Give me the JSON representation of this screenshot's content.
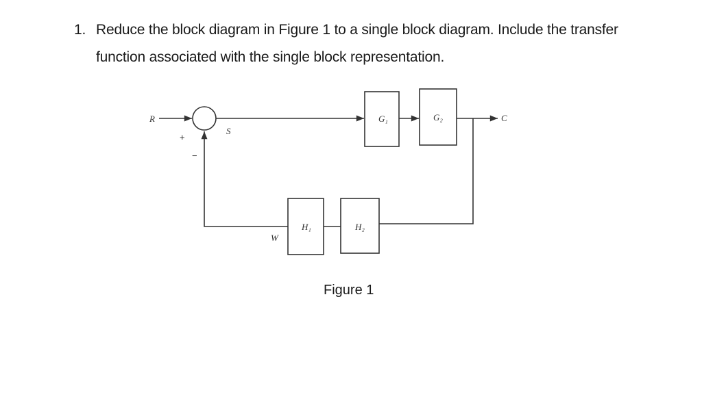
{
  "question": {
    "number": "1.",
    "line1": "Reduce the block diagram in Figure 1 to a single block diagram.  Include the transfer",
    "line2": "function associated with the single block representation."
  },
  "diagram": {
    "input_label": "R",
    "output_label": "C",
    "summing_signs": {
      "plus": "+",
      "minus": "−"
    },
    "signal_s": "S",
    "signal_w": "W",
    "forward_blocks": [
      "G₁",
      "G₂"
    ],
    "feedback_blocks": [
      "H₁",
      "H₂"
    ],
    "caption": "Figure 1"
  }
}
